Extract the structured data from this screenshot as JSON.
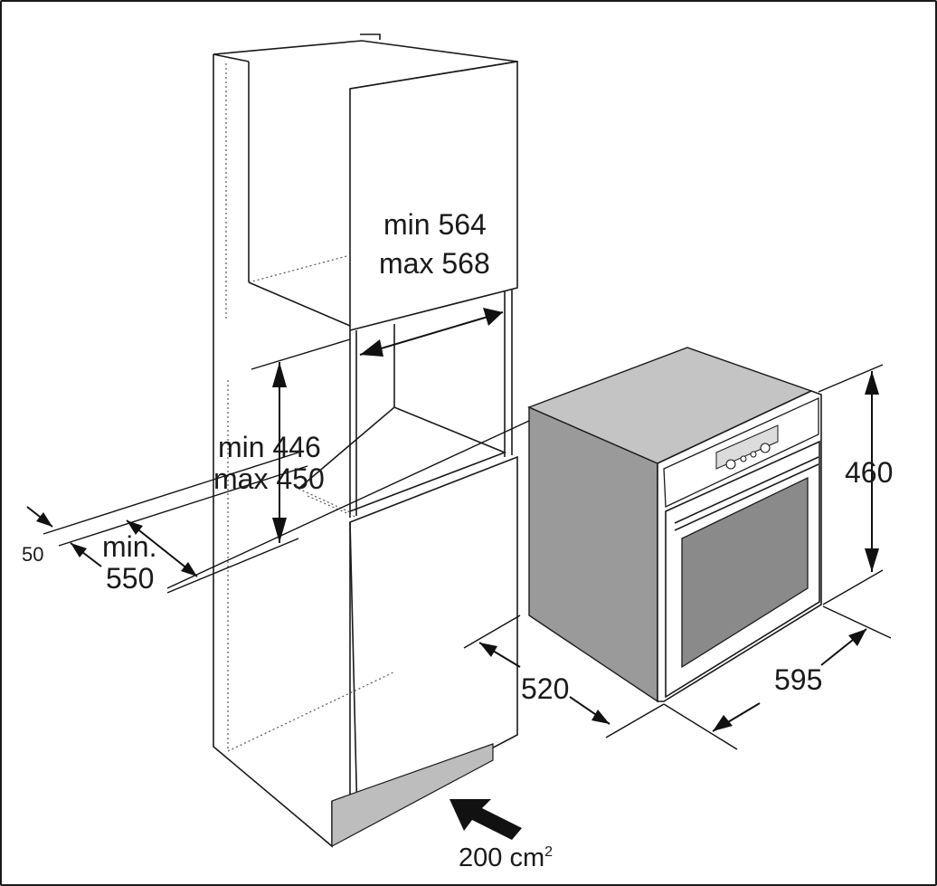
{
  "dimensions": {
    "niche_width_min": "min 564",
    "niche_width_max": "max 568",
    "niche_height_min": "min 446",
    "niche_height_max": "max 450",
    "back_gap": "50",
    "depth_min_label": "min.",
    "depth_min_value": "550",
    "oven_height": "460",
    "oven_depth": "520",
    "oven_width": "595",
    "vent_area": "200 cm",
    "vent_area_sup": "2"
  },
  "colors": {
    "oven_side": "#9a9a9a",
    "oven_top": "#c4c4c4",
    "oven_window": "#8a8a8a",
    "vent_strip": "#bdbdbd"
  }
}
